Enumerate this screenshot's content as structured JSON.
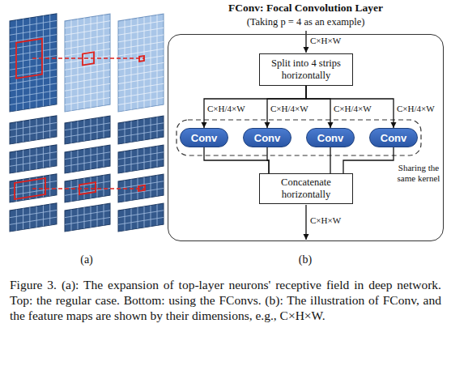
{
  "diagram": {
    "caption": "Figure 3. (a): The expansion of top-layer neurons' receptive field in deep network. Top: the regular case. Bottom: using the FConvs. (b): The illustration of FConv, and the feature maps are shown by their dimensions, e.g., C×H×W.",
    "nodes": [
      {
        "text": [
          "FConv: Focal Convolution Layer",
          "(Taking p = 4 as an example)"
        ]
      },
      {
        "text": [
          "Split into 4 strips horizontally"
        ],
        "in": 0
      },
      {
        "text": [
          "Conv"
        ],
        "in": 0
      },
      {
        "text": [
          "Conv"
        ],
        "in": 0
      },
      {
        "text": [
          "Conv"
        ],
        "in": 0
      },
      {
        "text": [
          "Conv"
        ],
        "in": 0
      },
      {
        "text": [
          "Concatenate horizontally"
        ],
        "in": 0
      }
    ],
    "edges": [
      {
        "from": 1,
        "to": 2,
        "arrow": "to"
      },
      {
        "from": 1,
        "to": 3,
        "arrow": "to"
      },
      {
        "from": 1,
        "to": 4,
        "arrow": "to"
      },
      {
        "from": 1,
        "to": 5,
        "arrow": "to"
      },
      {
        "from": 2,
        "to": 6,
        "arrow": "none"
      },
      {
        "from": 3,
        "to": 6,
        "arrow": "none"
      },
      {
        "from": 4,
        "to": 6,
        "arrow": "none"
      },
      {
        "from": 5,
        "to": 6,
        "arrow": "none"
      }
    ],
    "labels": [
      "C×H×W",
      "C×H/4×W",
      "C×H/4×W",
      "C×H/4×W",
      "C×H/4×W",
      "Sharing the same kernel",
      "C×H×W",
      "(a)",
      "(b)"
    ]
  }
}
